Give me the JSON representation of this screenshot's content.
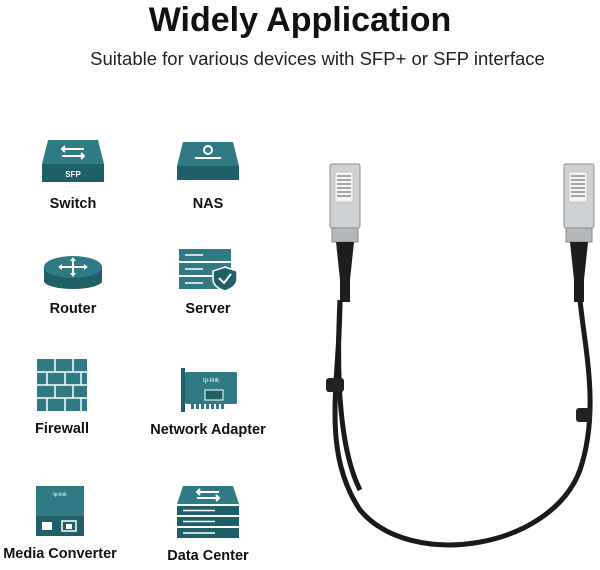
{
  "header": {
    "title": "Widely Application",
    "subtitle": "Suitable for various devices with SFP+ or SFP interface"
  },
  "devices": [
    {
      "label": "Switch",
      "icon": "switch-icon",
      "badge": "SFP"
    },
    {
      "label": "NAS",
      "icon": "nas-icon"
    },
    {
      "label": "Router",
      "icon": "router-icon"
    },
    {
      "label": "Server",
      "icon": "server-icon"
    },
    {
      "label": "Firewall",
      "icon": "firewall-icon"
    },
    {
      "label": "Network Adapter",
      "icon": "network-adapter-icon",
      "badge": "tp-link"
    },
    {
      "label": "Media Converter",
      "icon": "media-converter-icon",
      "badge": "tp-link"
    },
    {
      "label": "Data Center",
      "icon": "data-center-icon"
    }
  ],
  "colors": {
    "icon_teal": "#2f7a84",
    "icon_dark": "#1f5f68",
    "cable": "#1a1a1a"
  }
}
